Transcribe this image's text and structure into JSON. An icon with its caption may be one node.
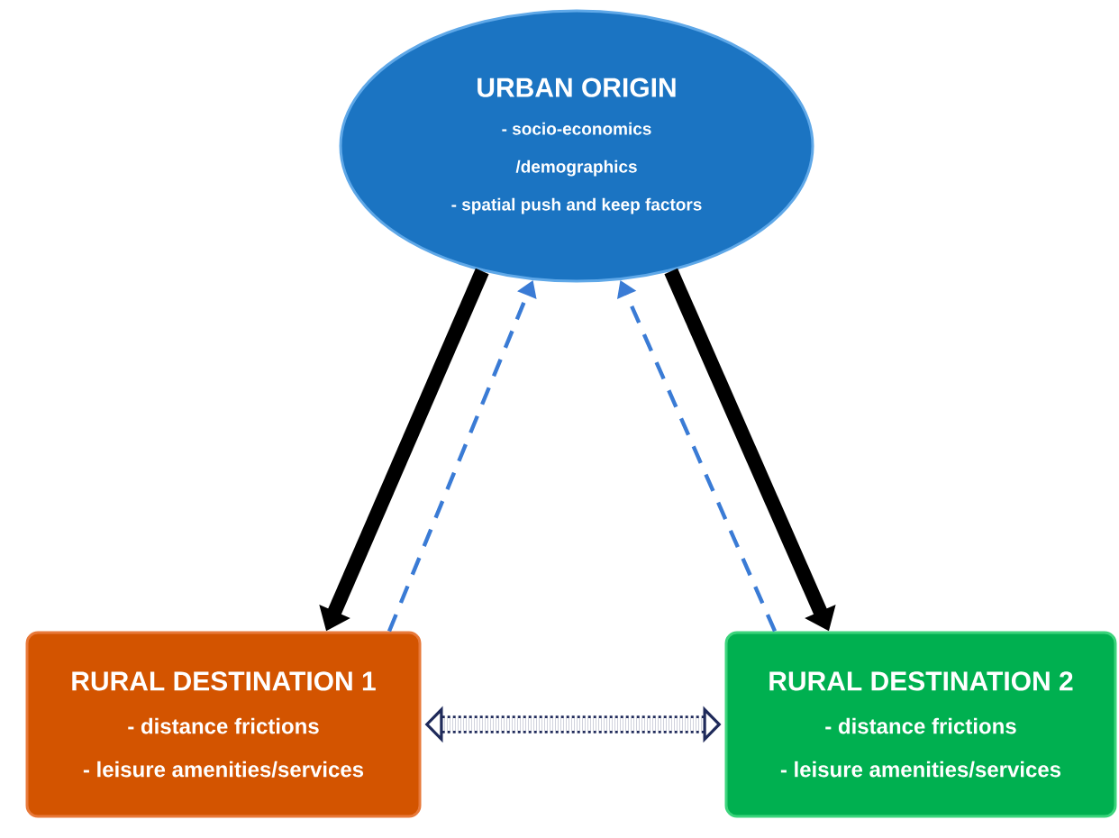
{
  "diagram": {
    "nodes": [
      {
        "text": [
          "URBAN ORIGIN",
          "- socio-economics",
          "/demographics",
          "- spatial push and keep factors"
        ]
      },
      {
        "text": [
          "RURAL DESTINATION 1",
          "- distance frictions",
          "- leisure amenities/services"
        ]
      },
      {
        "text": [
          "RURAL DESTINATION 2",
          "- distance frictions",
          "- leisure amenities/services"
        ]
      }
    ],
    "edges": [
      {
        "from": 0,
        "to": 1,
        "arrow": "to",
        "color": "#000000"
      },
      {
        "from": 1,
        "to": 0,
        "arrow": "to",
        "style": "dashed",
        "color": "#3a7bd5"
      },
      {
        "from": 2,
        "to": 0,
        "arrow": "to",
        "style": "dashed",
        "color": "#3a7bd5"
      },
      {
        "from": 0,
        "to": 2,
        "arrow": "to",
        "color": "#000000"
      },
      {
        "from": 1,
        "to": 2,
        "arrow": "both",
        "style": "dashed",
        "color": "#1f2a5a"
      }
    ]
  }
}
